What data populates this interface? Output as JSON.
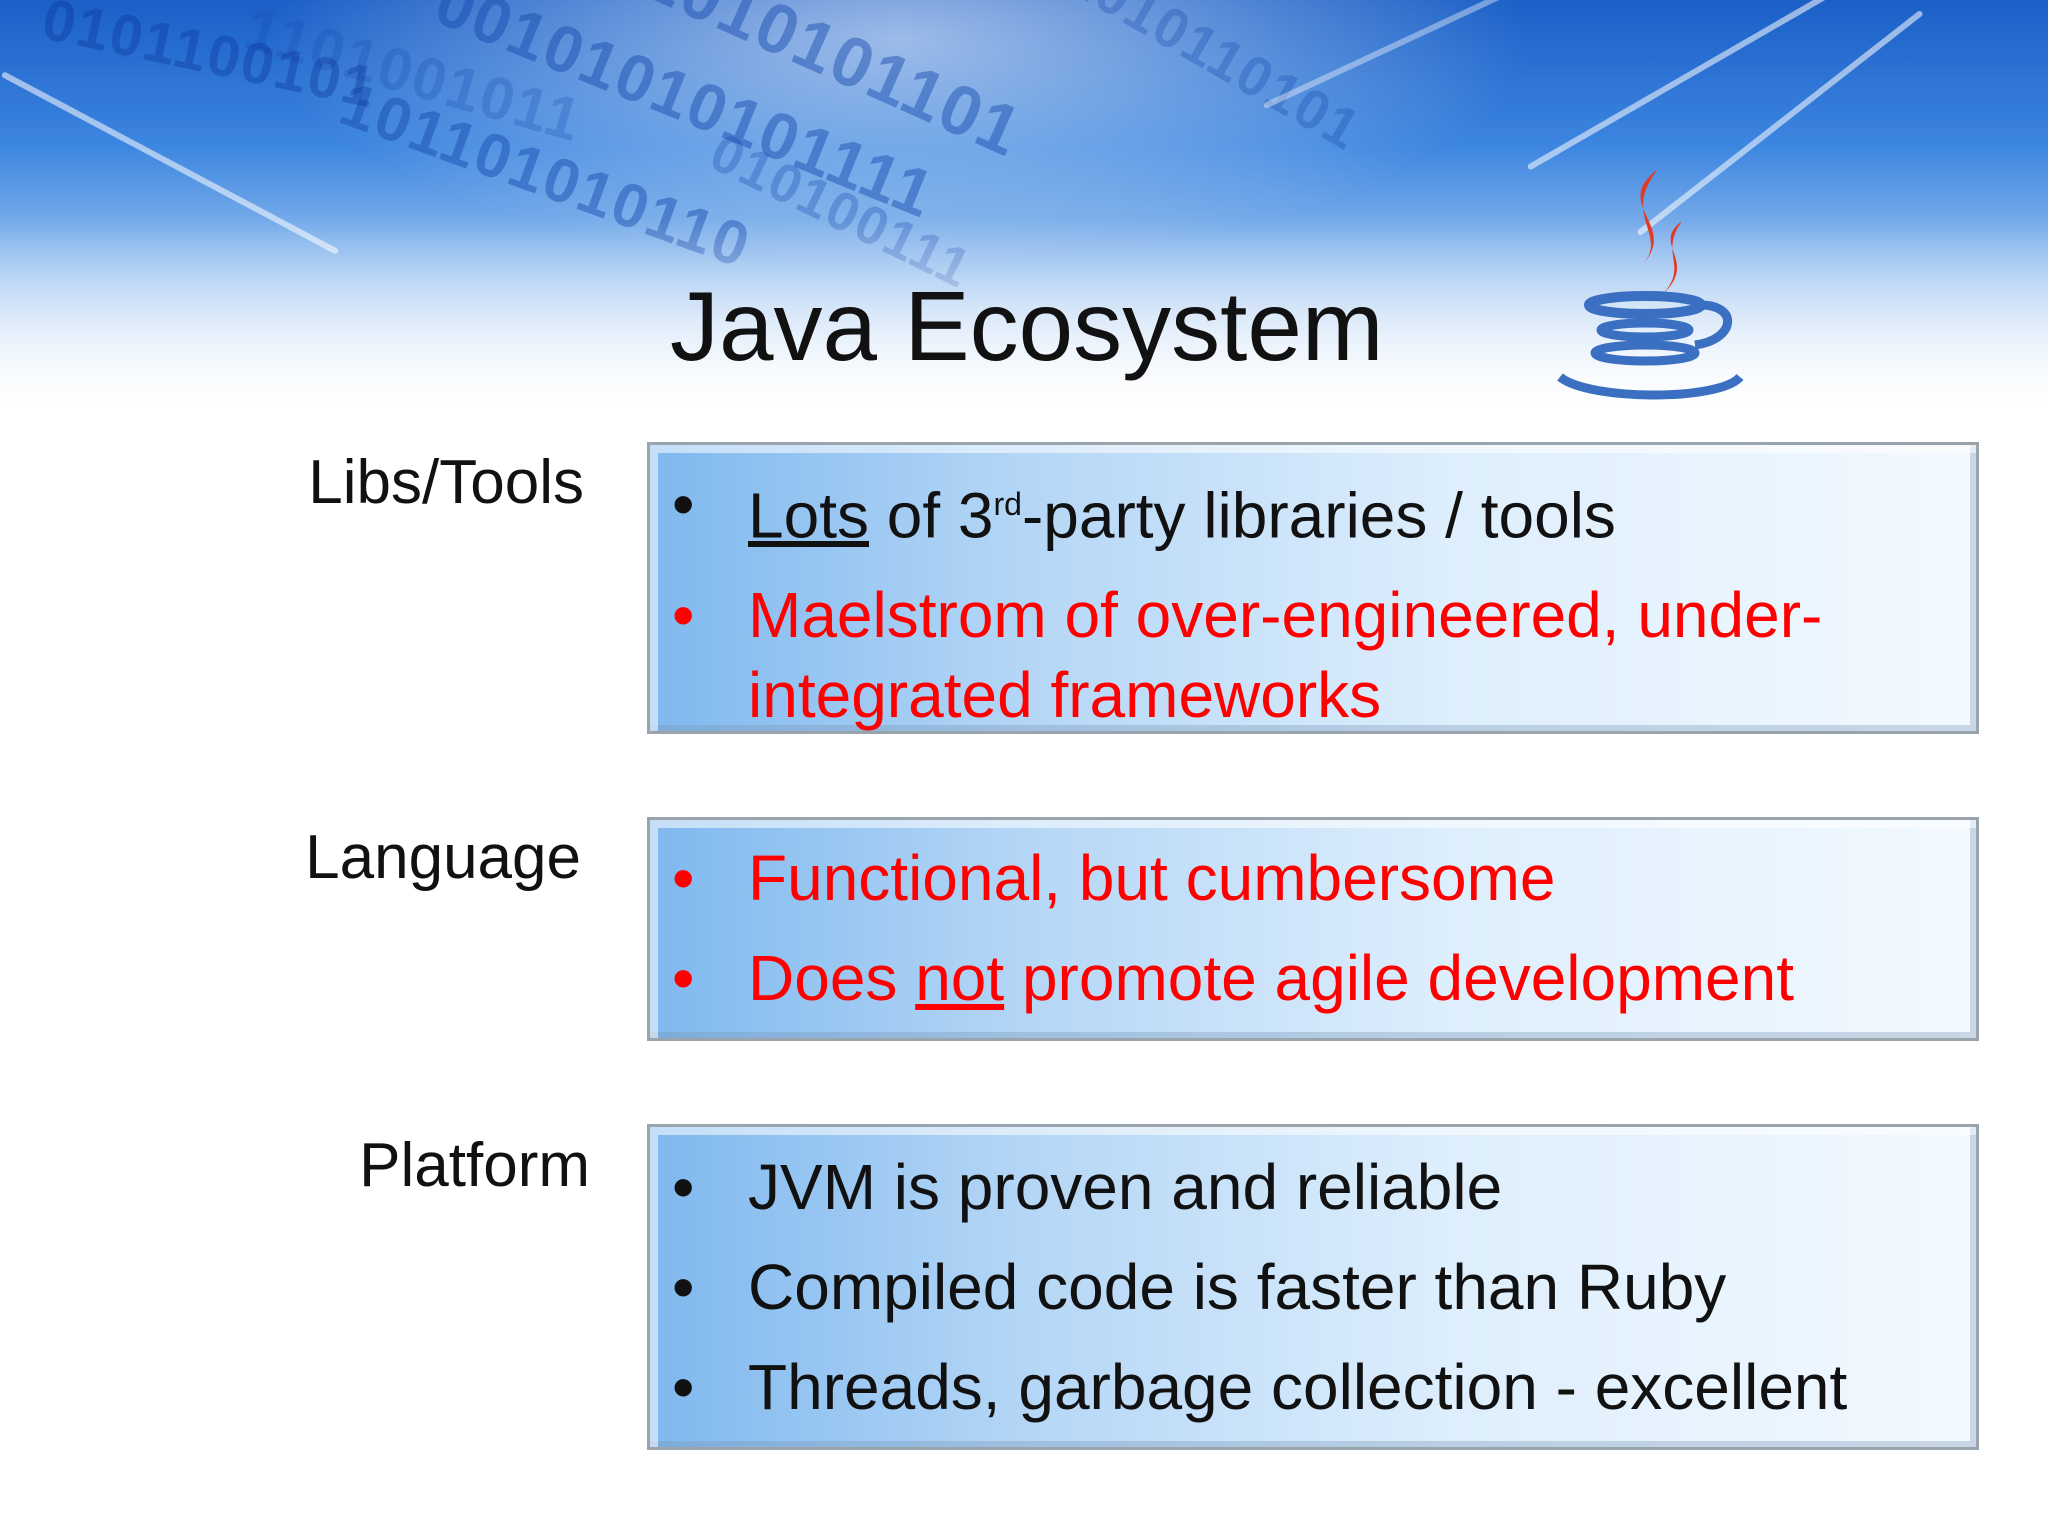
{
  "title": "Java Ecosystem",
  "logo_icon": "java-coffee-cup-logo",
  "colors": {
    "emphasis_red": "#ff0000",
    "body_text": "#111111",
    "box_blue": "#7fb8ee"
  },
  "rows": [
    {
      "label": "Libs/Tools",
      "bullets": [
        {
          "parts": {
            "a": "Lots",
            "b": " of 3",
            "sup": "rd",
            "c": "-party libraries / tools"
          }
        },
        {
          "text": "Maelstrom of over-engineered, under-integrated frameworks"
        }
      ]
    },
    {
      "label": "Language",
      "bullets": [
        {
          "text": "Functional, but cumbersome"
        },
        {
          "parts": {
            "a": "Does ",
            "u": "not",
            "b": " promote agile development"
          }
        }
      ]
    },
    {
      "label": "Platform",
      "bullets": [
        {
          "text": "JVM is proven and reliable"
        },
        {
          "text": "Compiled code is faster than Ruby"
        },
        {
          "text": "Threads, garbage collection - excellent"
        }
      ]
    }
  ]
}
